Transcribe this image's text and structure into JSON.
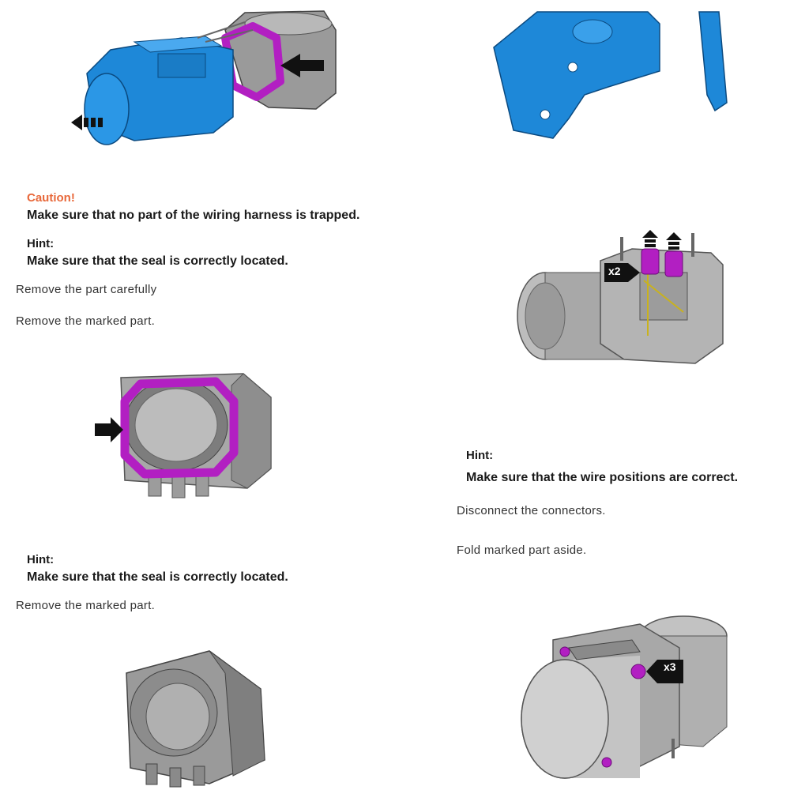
{
  "colors": {
    "caution": "#e8683a",
    "highlight_blue": "#1e88d8",
    "highlight_magenta": "#b21fc2",
    "part_gray": "#a8a8a8",
    "text": "#1a1a1a"
  },
  "left_column": {
    "caution": {
      "label": "Caution!",
      "text": "Make sure that no part of the wiring harness is trapped."
    },
    "hint_1": {
      "label": "Hint:",
      "text": "Make sure that the seal is correctly located."
    },
    "step_remove_carefully": "Remove the part carefully",
    "step_remove_marked_1": "Remove the marked part.",
    "hint_2": {
      "label": "Hint:",
      "text": "Make sure that the seal is correctly located."
    },
    "step_remove_marked_2": "Remove the marked part."
  },
  "right_column": {
    "callout_connectors": "x2",
    "hint_3": {
      "label": "Hint:",
      "text": "Make sure that the wire positions are correct."
    },
    "step_disconnect": "Disconnect the connectors.",
    "step_fold": "Fold marked part aside.",
    "callout_clips": "x3"
  },
  "icons": [
    "heater-assembly-blue-icon",
    "blue-bracket-icon",
    "connector-module-icon",
    "seal-housing-icon",
    "housing-without-seal-icon",
    "heater-with-clips-icon"
  ]
}
